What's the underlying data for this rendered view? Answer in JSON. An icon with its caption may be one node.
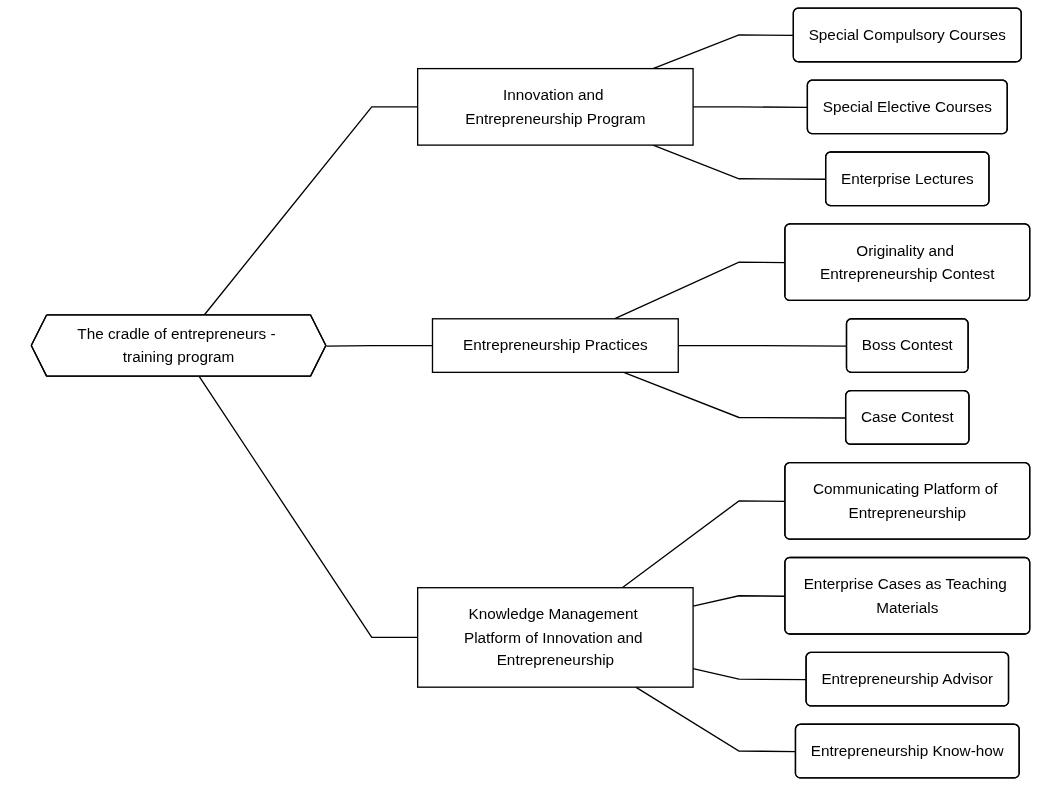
{
  "diagram": {
    "nodes": [
      {
        "text": [
          "The cradle of entrepreneurs - training program"
        ]
      },
      {
        "text": [
          "Innovation and Entrepreneurship Program"
        ]
      },
      {
        "text": [
          "Entrepreneurship Practices"
        ]
      },
      {
        "text": [
          "Knowledge Management Platform of Innovation and Entrepreneurship"
        ]
      },
      {
        "text": [
          "Special Compulsory Courses"
        ]
      },
      {
        "text": [
          "Special Elective Courses"
        ]
      },
      {
        "text": [
          "Enterprise Lectures"
        ]
      },
      {
        "text": [
          "Originality and Entrepreneurship Contest"
        ]
      },
      {
        "text": [
          "Boss Contest"
        ]
      },
      {
        "text": [
          "Case Contest"
        ]
      },
      {
        "text": [
          "Communicating Platform of Entrepreneurship"
        ]
      },
      {
        "text": [
          "Enterprise Cases as Teaching Materials"
        ]
      },
      {
        "text": [
          "Entrepreneurship Advisor"
        ]
      },
      {
        "text": [
          "Entrepreneurship Know-how"
        ]
      }
    ],
    "edges": [
      {
        "from": 0,
        "to": 1,
        "arrow": "none"
      },
      {
        "from": 0,
        "to": 2,
        "arrow": "none"
      },
      {
        "from": 0,
        "to": 3,
        "arrow": "none"
      },
      {
        "from": 1,
        "to": 4,
        "arrow": "none"
      },
      {
        "from": 1,
        "to": 5,
        "arrow": "none"
      },
      {
        "from": 1,
        "to": 6,
        "arrow": "none"
      },
      {
        "from": 2,
        "to": 7,
        "arrow": "none"
      },
      {
        "from": 2,
        "to": 8,
        "arrow": "none"
      },
      {
        "from": 2,
        "to": 9,
        "arrow": "none"
      },
      {
        "from": 3,
        "to": 10,
        "arrow": "none"
      },
      {
        "from": 3,
        "to": 11,
        "arrow": "none"
      },
      {
        "from": 3,
        "to": 12,
        "arrow": "none"
      },
      {
        "from": 3,
        "to": 13,
        "arrow": "none"
      }
    ]
  }
}
